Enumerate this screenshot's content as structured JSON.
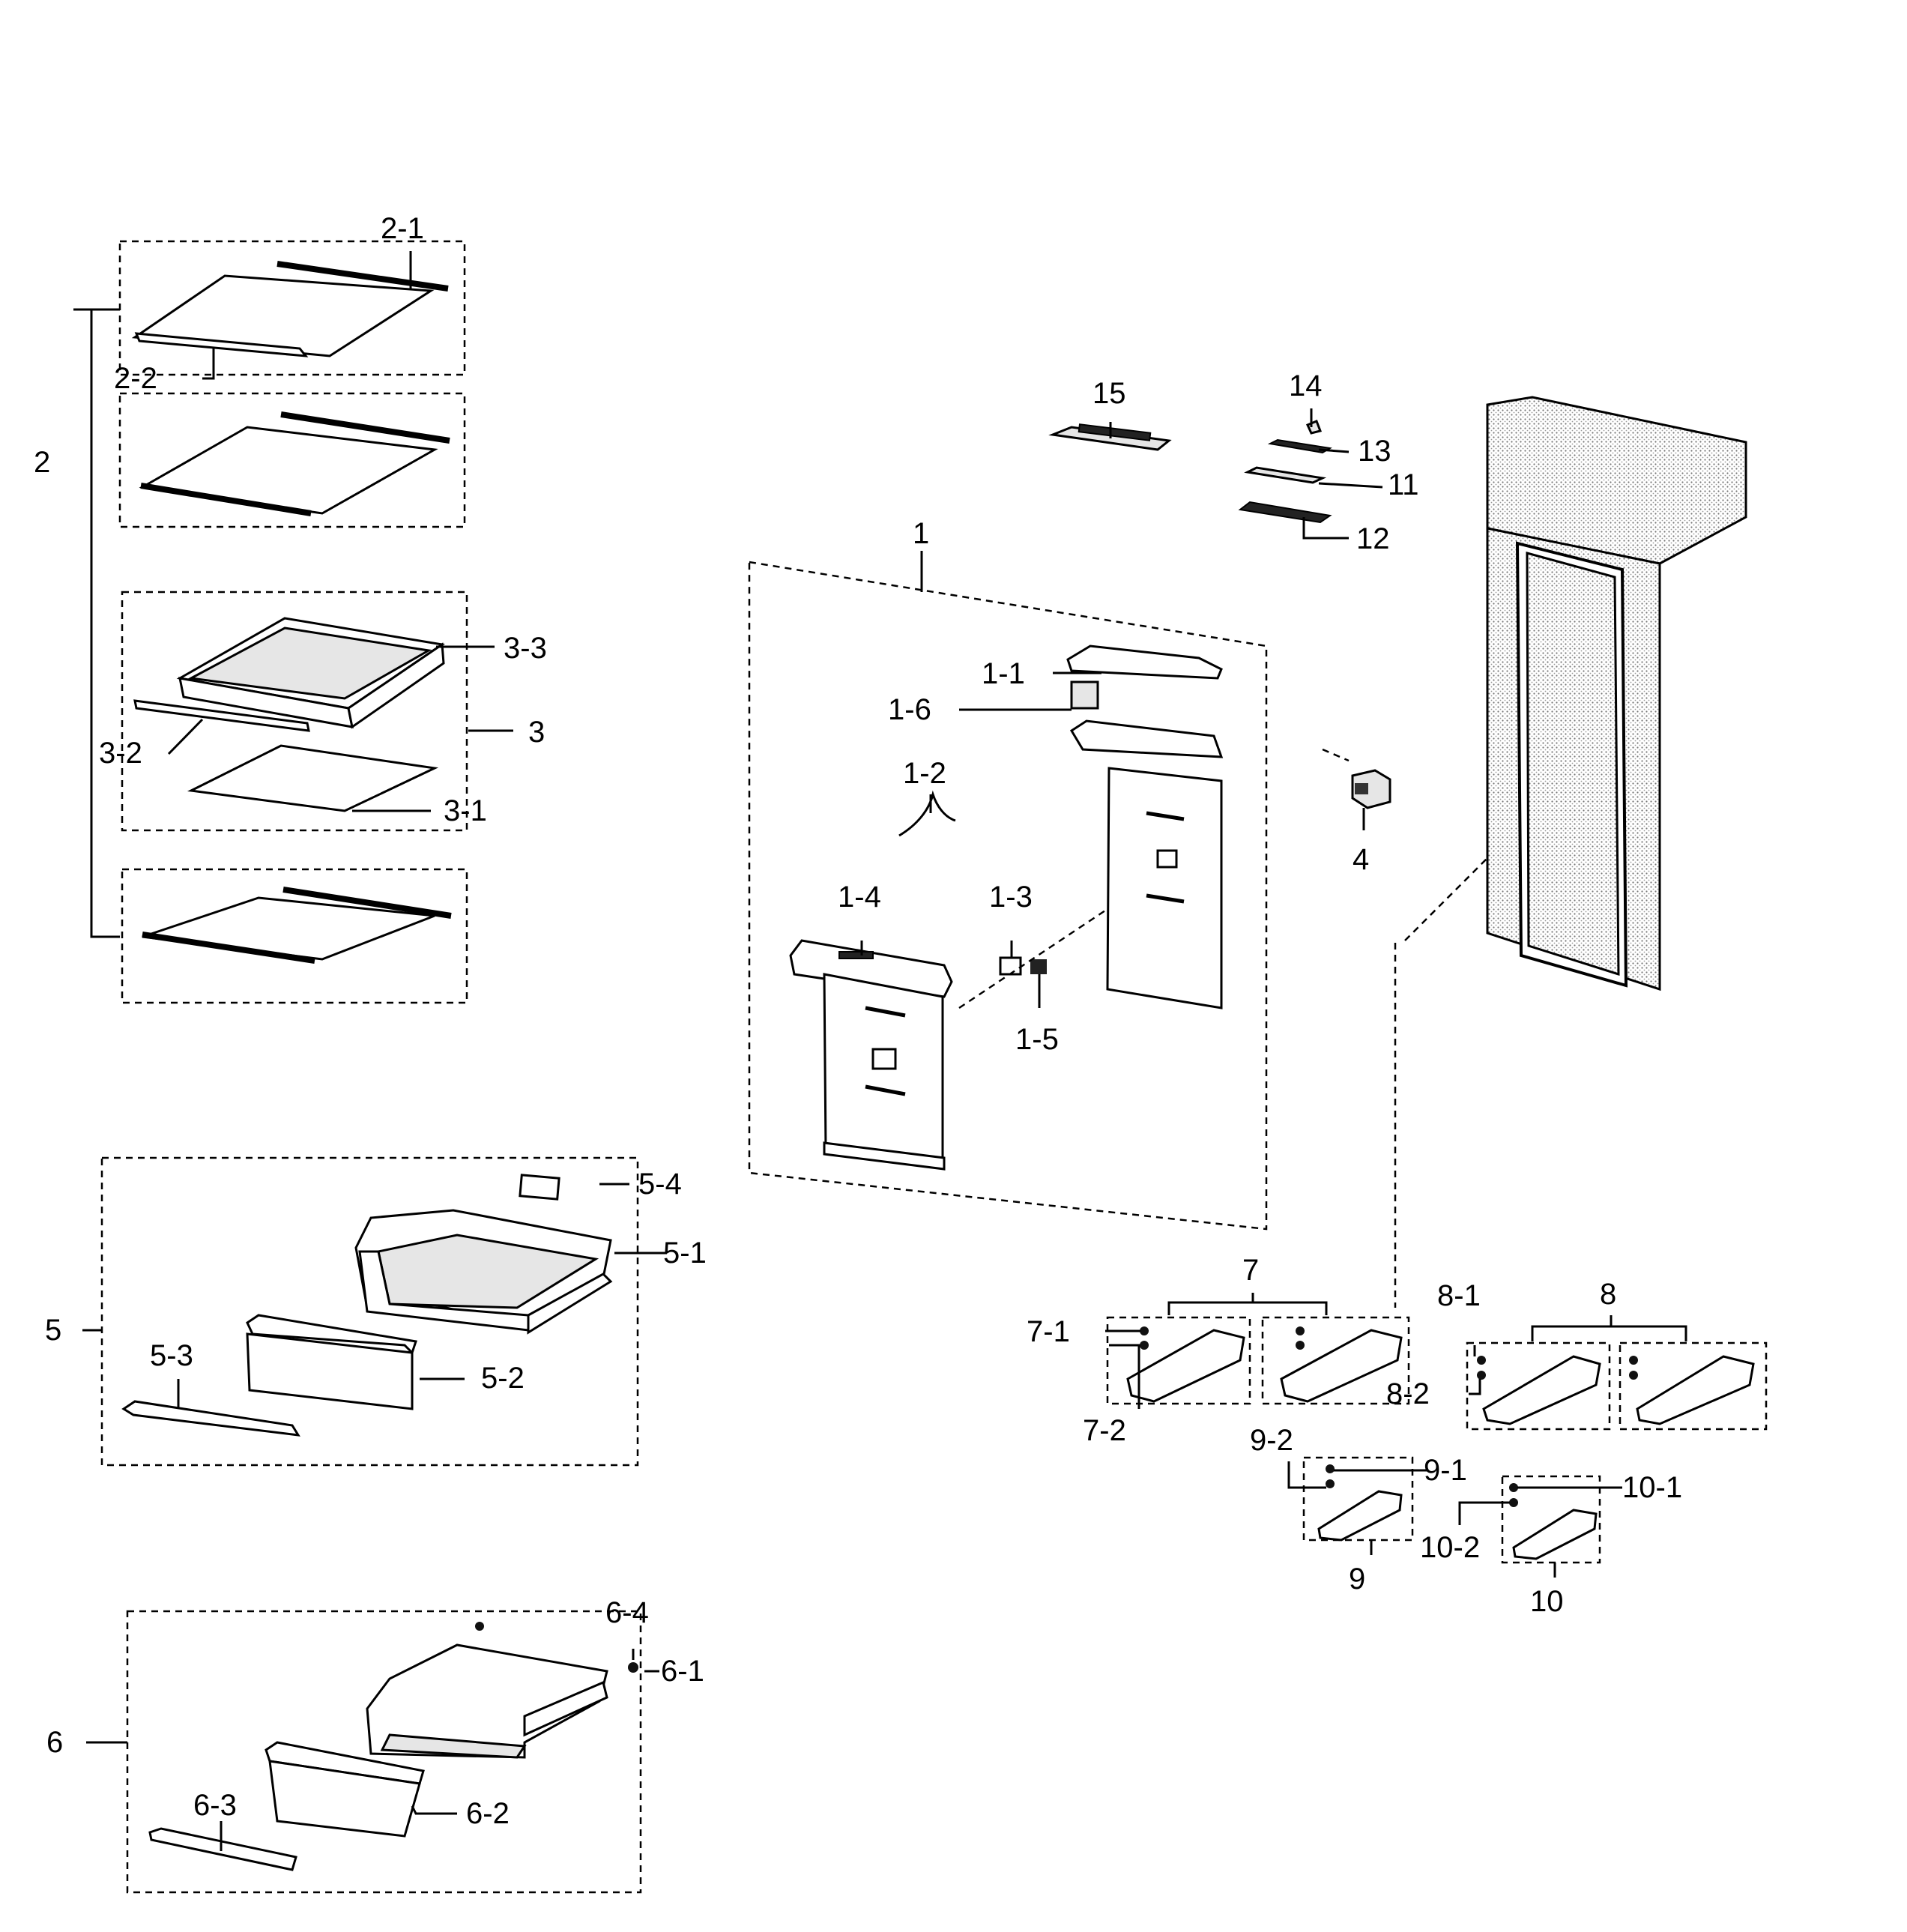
{
  "labels": {
    "l_2_1": "2-1",
    "l_2_2": "2-2",
    "l_2": "2",
    "l_3_3": "3-3",
    "l_3": "3",
    "l_3_2": "3-2",
    "l_3_1": "3-1",
    "l_15": "15",
    "l_14": "14",
    "l_13": "13",
    "l_11": "11",
    "l_12": "12",
    "l_1": "1",
    "l_1_1": "1-1",
    "l_1_6": "1-6",
    "l_1_2": "1-2",
    "l_1_4": "1-4",
    "l_1_3": "1-3",
    "l_1_5": "1-5",
    "l_4": "4",
    "l_5_4": "5-4",
    "l_5_1": "5-1",
    "l_5": "5",
    "l_5_3": "5-3",
    "l_5_2": "5-2",
    "l_7": "7",
    "l_7_1": "7-1",
    "l_7_2": "7-2",
    "l_8": "8",
    "l_8_1": "8-1",
    "l_8_2": "8-2",
    "l_9_2": "9-2",
    "l_9_1": "9-1",
    "l_9": "9",
    "l_10_1": "10-1",
    "l_10_2": "10-2",
    "l_10": "10",
    "l_6_4": "6-4",
    "l_6_1": "6-1",
    "l_6": "6",
    "l_6_3": "6-3",
    "l_6_2": "6-2"
  },
  "colors": {
    "line": "#000000",
    "background": "#ffffff",
    "fridge_texture": "#cfcfcf"
  }
}
